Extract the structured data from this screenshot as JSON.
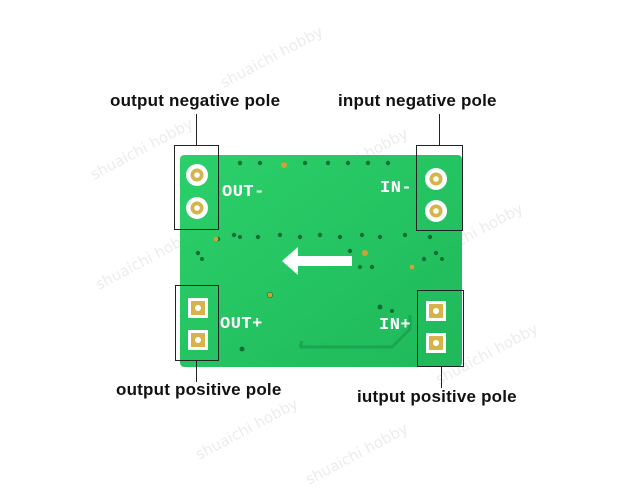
{
  "labels": {
    "output_negative": "output negative pole",
    "input_negative": "input negative pole",
    "output_positive": "output positive pole",
    "input_positive": "iutput positive pole"
  },
  "silkscreen": {
    "out_minus": "OUT-",
    "in_minus": "IN-",
    "out_plus": "OUT+",
    "in_plus": "IN+"
  },
  "watermark": "shuaichi hobby",
  "colors": {
    "board": "#22c55e",
    "board_dark": "#16a34a",
    "pad_gold": "#d6b44a",
    "silk": "#ffffff"
  }
}
